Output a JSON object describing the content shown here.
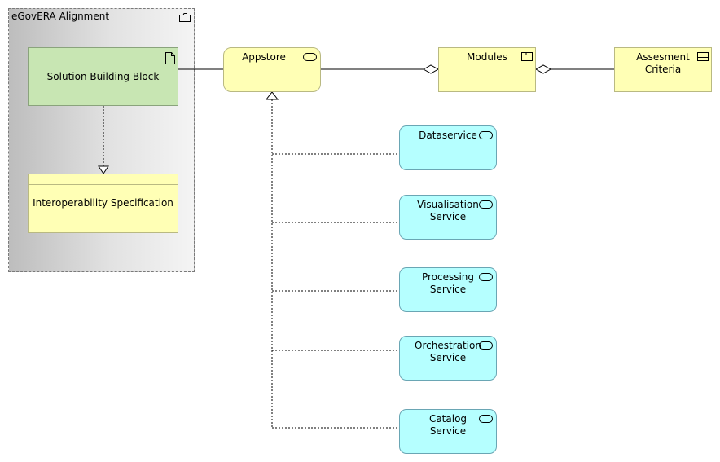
{
  "group": {
    "title": "eGovERA Alignment",
    "icon": "folder-icon"
  },
  "nodes": {
    "sbb": {
      "label": "Solution Building Block",
      "icon": "document-icon"
    },
    "spec": {
      "label": "Interoperability Specification"
    },
    "appstore": {
      "label": "Appstore",
      "icon": "service-pill-icon"
    },
    "modules": {
      "label": "Modules",
      "icon": "component-box-icon"
    },
    "criteria": {
      "label": "Assesment\nCriteria",
      "icon": "table-icon"
    },
    "dataservice": {
      "label": "Dataservice"
    },
    "visualisation": {
      "label": "Visualisation\nService"
    },
    "processing": {
      "label": "Processing\nService"
    },
    "orchestration": {
      "label": "Orchestration\nService"
    },
    "catalog": {
      "label": "Catalog\nService"
    }
  },
  "colors": {
    "business_object": "#ffffb5",
    "building_block": "#c8e6b3",
    "service": "#b5ffff"
  }
}
